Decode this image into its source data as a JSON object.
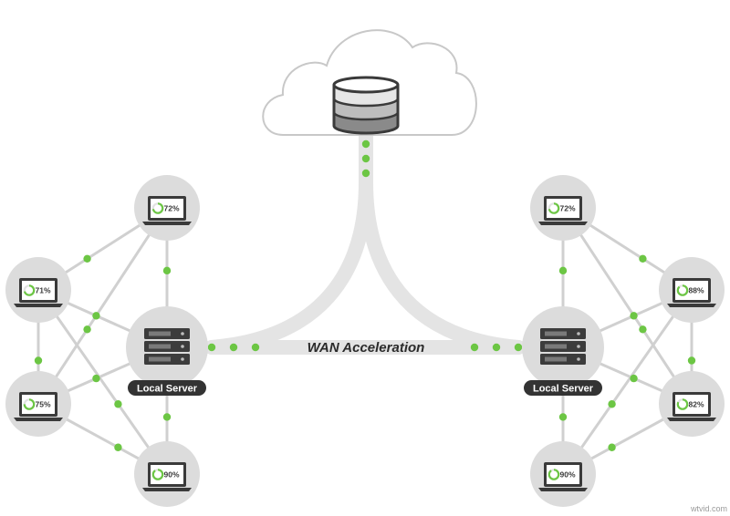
{
  "colors": {
    "accent": "#6cc644",
    "node_fill": "#dcdcdc",
    "line": "#d0d0d0",
    "label_bg": "#333333",
    "server_body": "#3c3c3c"
  },
  "diagram": {
    "center_label": "WAN Acceleration",
    "watermark": "wtvid.com",
    "cloud": {
      "icon": "database-icon"
    },
    "sites": [
      {
        "id": "left",
        "server_label": "Local Server",
        "clients": [
          {
            "id": "l1",
            "percent": "72%",
            "progress": 0.72
          },
          {
            "id": "l2",
            "percent": "71%",
            "progress": 0.71
          },
          {
            "id": "l3",
            "percent": "75%",
            "progress": 0.75
          },
          {
            "id": "l4",
            "percent": "90%",
            "progress": 0.9
          }
        ]
      },
      {
        "id": "right",
        "server_label": "Local Server",
        "clients": [
          {
            "id": "r1",
            "percent": "72%",
            "progress": 0.72
          },
          {
            "id": "r2",
            "percent": "88%",
            "progress": 0.88
          },
          {
            "id": "r3",
            "percent": "82%",
            "progress": 0.82
          },
          {
            "id": "r4",
            "percent": "90%",
            "progress": 0.9
          }
        ]
      }
    ]
  }
}
